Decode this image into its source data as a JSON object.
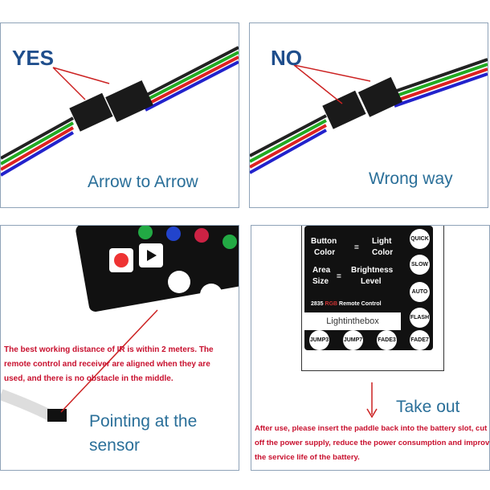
{
  "panel_yes": {
    "heading": "YES",
    "caption": "Arrow to Arrow"
  },
  "panel_no": {
    "heading": "NO",
    "caption": "Wrong way"
  },
  "panel_sensor": {
    "note": "The best working distance of IR is within 2 meters. The remote control and receiver are aligned when they are used, and there is no obstacle in the middle.",
    "caption_line1": "Pointing at the",
    "caption_line2": "sensor"
  },
  "panel_takeout": {
    "remote": {
      "button_l": "Button",
      "color_l": "Color",
      "eq1": "=",
      "light": "Light",
      "color_r": "Color",
      "area": "Area",
      "size": "Size",
      "eq2": "=",
      "brightness": "Brightness",
      "level": "Level",
      "model": "2835",
      "rgb": "RGB",
      "remote_control": "Remote Control",
      "brand": "Lightinthebox",
      "buttons": [
        "QUICK",
        "SLOW",
        "AUTO",
        "FLASH",
        "JUMP3",
        "JUMP7",
        "FADE3",
        "FADE7"
      ]
    },
    "caption": "Take out",
    "note": "After use, please insert the paddle back into the battery slot, cut off the power supply, reduce the power consumption and improve the service life of the battery."
  },
  "colors": {
    "heading": "#1f4e8c",
    "caption": "#2a6f99",
    "note": "#c8102e",
    "border": "#8fa3b8"
  }
}
